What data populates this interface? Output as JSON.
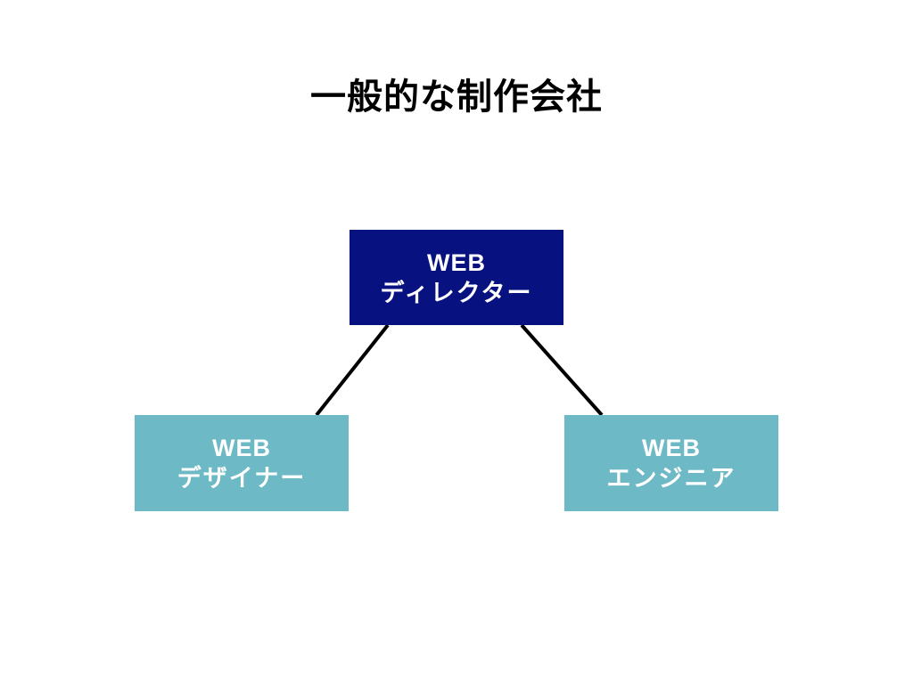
{
  "title": "一般的な制作会社",
  "colors": {
    "background": "#ffffff",
    "title_text": "#000000",
    "director_box": "#071180",
    "staff_box": "#6db9c5",
    "box_text": "#ffffff",
    "connector_line": "#000000"
  },
  "nodes": [
    {
      "id": "director",
      "line1": "WEB",
      "line2": "ディレクター"
    },
    {
      "id": "designer",
      "line1": "WEB",
      "line2": "デザイナー"
    },
    {
      "id": "engineer",
      "line1": "WEB",
      "line2": "エンジニア"
    }
  ],
  "edges": [
    {
      "from": "director",
      "to": "designer"
    },
    {
      "from": "director",
      "to": "engineer"
    }
  ]
}
